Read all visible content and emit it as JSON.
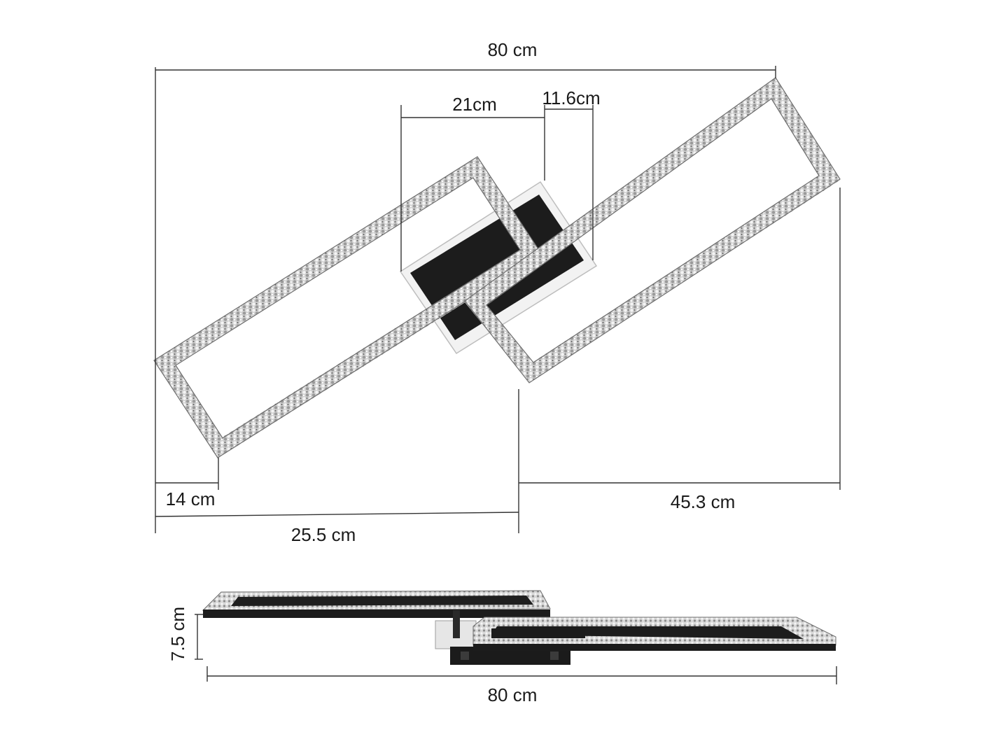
{
  "diagram": {
    "top_view": {
      "overall_width": "80 cm",
      "center_plate_width": "21cm",
      "center_plate_offset": "11.6cm",
      "left_frame_tip": "14 cm",
      "left_to_center": "25.5 cm",
      "center_to_right": "45.3 cm"
    },
    "side_view": {
      "height": "7.5 cm",
      "overall_width": "80 cm"
    },
    "colors": {
      "frame_metal": "#8a8a8a",
      "crystal_highlight": "#e9e9e9",
      "base_plate": "#1c1c1c",
      "dimension_line": "#333333"
    }
  }
}
